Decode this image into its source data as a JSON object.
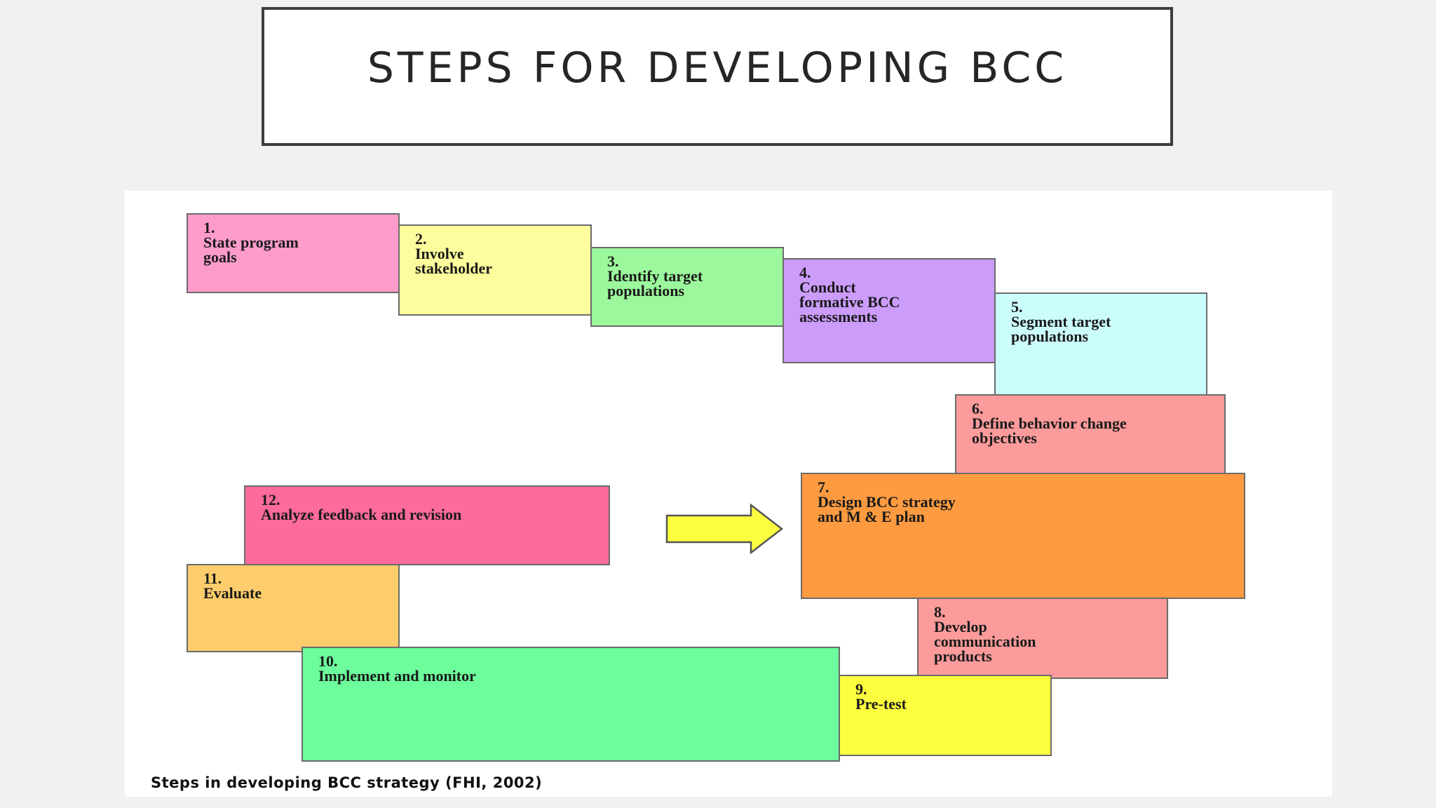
{
  "slide": {
    "title": "STEPS FOR DEVELOPING BCC"
  },
  "diagram": {
    "caption": "Steps in developing BCC strategy (FHI, 2002)",
    "steps": [
      {
        "num": "1.",
        "label": "State program\ngoals",
        "color": "#fd9ccb"
      },
      {
        "num": "2.",
        "label": "Involve\nstakeholder",
        "color": "#fdfd9d"
      },
      {
        "num": "3.",
        "label": "Identify target\npopulations",
        "color": "#9cf89c"
      },
      {
        "num": "4.",
        "label": "Conduct\nformative BCC\nassessments",
        "color": "#cc9cfb"
      },
      {
        "num": "5.",
        "label": "Segment target\npopulations",
        "color": "#ccfdfd"
      },
      {
        "num": "6.",
        "label": "Define behavior change\nobjectives",
        "color": "#fc9b9b"
      },
      {
        "num": "7.",
        "label": "Design BCC strategy\nand M & E plan",
        "color": "#fe9b40"
      },
      {
        "num": "8.",
        "label": "Develop\ncommunication\nproducts",
        "color": "#fc9b9b"
      },
      {
        "num": "9.",
        "label": "Pre-test",
        "color": "#fdfd3f"
      },
      {
        "num": "10.",
        "label": "Implement and monitor",
        "color": "#6dfd9c"
      },
      {
        "num": "11.",
        "label": "Evaluate",
        "color": "#fdcd6d"
      },
      {
        "num": "12.",
        "label": "Analyze feedback and revision",
        "color": "#fd6a9c"
      }
    ],
    "arrow_color": "#fdfd3f"
  }
}
